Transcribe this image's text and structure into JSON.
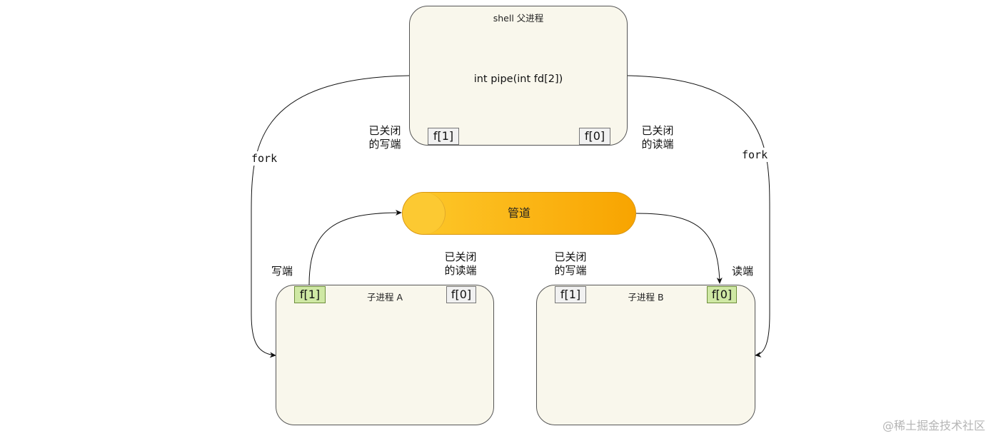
{
  "parent": {
    "title": "shell 父进程",
    "signature": "int pipe(int fd[2])",
    "fd_write": "f[1]",
    "fd_read": "f[0]",
    "note_closed_write": [
      "已关闭",
      "的写端"
    ],
    "note_closed_read": [
      "已关闭",
      "的读端"
    ]
  },
  "fork_labels": {
    "left": "fork",
    "right": "fork"
  },
  "pipe": {
    "label": "管道",
    "colors": {
      "start": "#fcc92b",
      "end": "#f8a400"
    }
  },
  "child_a": {
    "title": "子进程 A",
    "fd_write": "f[1]",
    "fd_read": "f[0]",
    "note_write": "写端",
    "note_closed_read": [
      "已关闭",
      "的读端"
    ]
  },
  "child_b": {
    "title": "子进程 B",
    "fd_write": "f[1]",
    "fd_read": "f[0]",
    "note_read": "读端",
    "note_closed_write": [
      "已关闭",
      "的写端"
    ]
  },
  "colors": {
    "box_fill": "#f9f7ec",
    "active_fd": "#cfe8a4",
    "inactive_fd": "#f1f1f1"
  },
  "watermark": "@稀土掘金技术社区"
}
